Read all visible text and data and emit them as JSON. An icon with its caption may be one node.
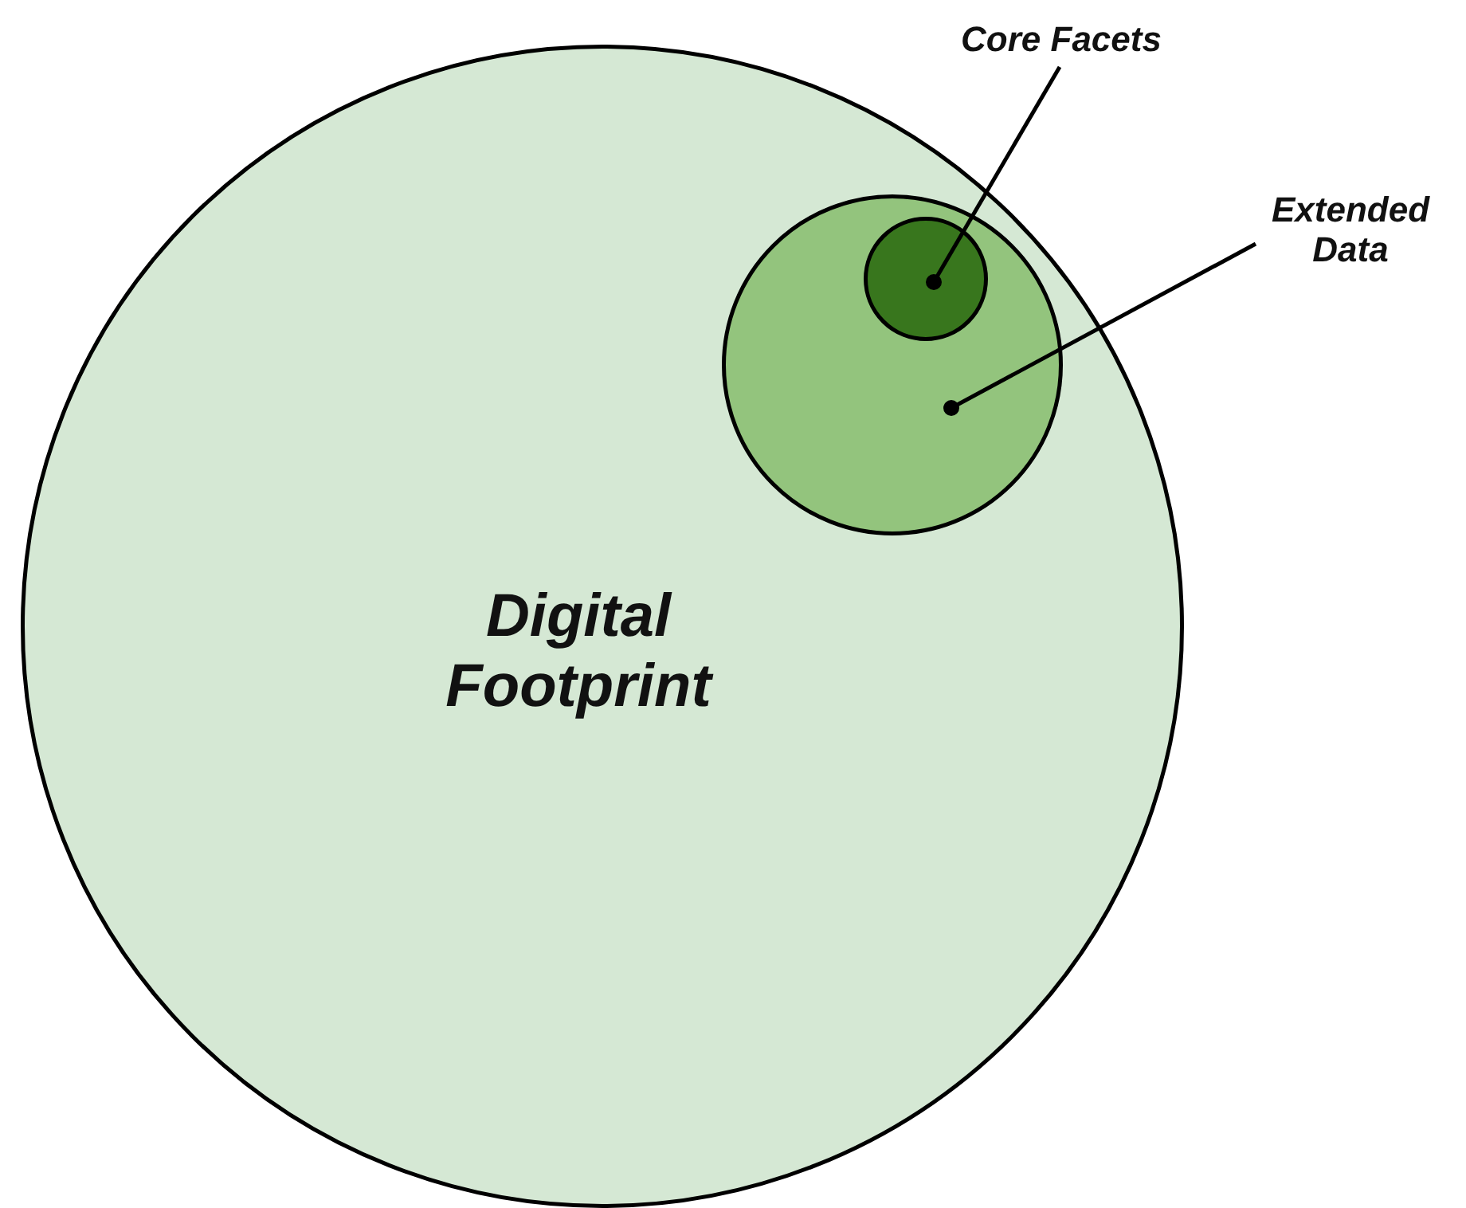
{
  "diagram": {
    "nodes": [
      {
        "text": [
          "Core Facets"
        ]
      },
      {
        "text": [
          "Extended Data"
        ]
      },
      {
        "text": [
          "Digital Footprint"
        ]
      },
      {
        "text": [],
        "shape": "circle",
        "in": 2
      },
      {
        "text": [],
        "shape": "circle",
        "in": 3
      }
    ],
    "edges": [
      {
        "from": 0,
        "to": 4,
        "arrow": "other"
      },
      {
        "from": 1,
        "to": 3,
        "arrow": "other"
      }
    ]
  }
}
